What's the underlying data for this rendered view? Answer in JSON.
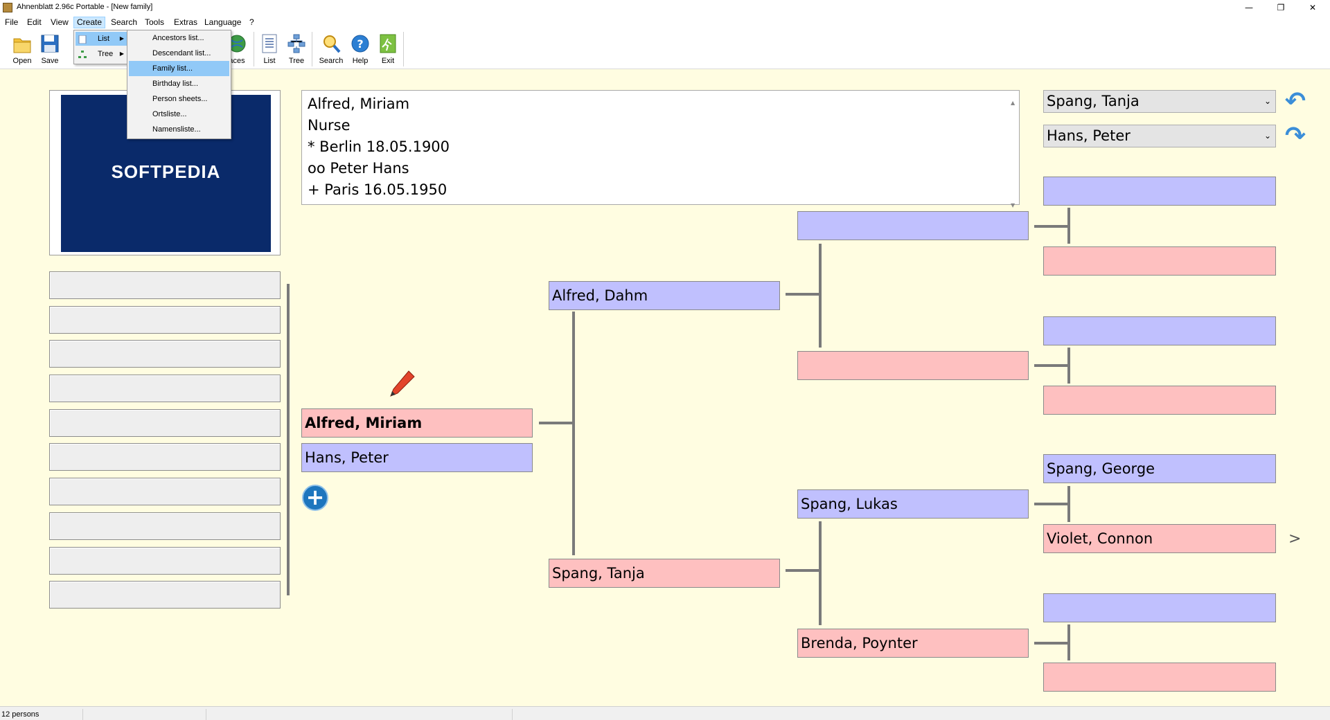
{
  "window": {
    "title": "Ahnenblatt 2.96c Portable - [New family]",
    "minimize": "—",
    "restore": "❐",
    "close": "✕"
  },
  "menu": [
    "File",
    "Edit",
    "View",
    "Create",
    "Search",
    "Tools",
    "Extras",
    "Language",
    "?"
  ],
  "toolbar": {
    "open": "Open",
    "save": "Save",
    "places_partial": "aces",
    "list": "List",
    "tree": "Tree",
    "search": "Search",
    "help": "Help",
    "exit": "Exit"
  },
  "create_menu": {
    "items": [
      {
        "label": "List",
        "icon": "list-icon"
      },
      {
        "label": "Tree",
        "icon": "tree-icon"
      }
    ],
    "arrow": "▶"
  },
  "list_submenu": [
    "Ancestors list...",
    "Descendant list...",
    "Family list...",
    "Birthday list...",
    "Person sheets...",
    "Ortsliste...",
    "Namensliste..."
  ],
  "photo": {
    "logo_text": "SOFTPEDIA"
  },
  "info": {
    "lines": [
      "Alfred, Miriam",
      "Nurse",
      "* Berlin 18.05.1900",
      "oo Peter Hans",
      "+ Paris 16.05.1950"
    ]
  },
  "selectors": {
    "person1": "Spang, Tanja",
    "person2": "Hans, Peter",
    "caret": "⌄"
  },
  "nav": {
    "back": "↶",
    "forward": "↷"
  },
  "tree": {
    "selected_person": "Alfred, Miriam",
    "spouse": "Hans, Peter",
    "father": "Alfred, Dahm",
    "mother": "Spang, Tanja",
    "maternal_grandfather": "Spang, Lukas",
    "maternal_grandmother": "Brenda, Poynter",
    "ggf_via_lukas": "Spang, George",
    "ggm_via_lukas": "Violet, Connon",
    "more": ">"
  },
  "add_button": "+",
  "status": {
    "persons": "12 persons"
  },
  "colors": {
    "male": "#c0c0fe",
    "female": "#fec0c0",
    "background": "#fffde1",
    "accent": "#1d76be"
  }
}
